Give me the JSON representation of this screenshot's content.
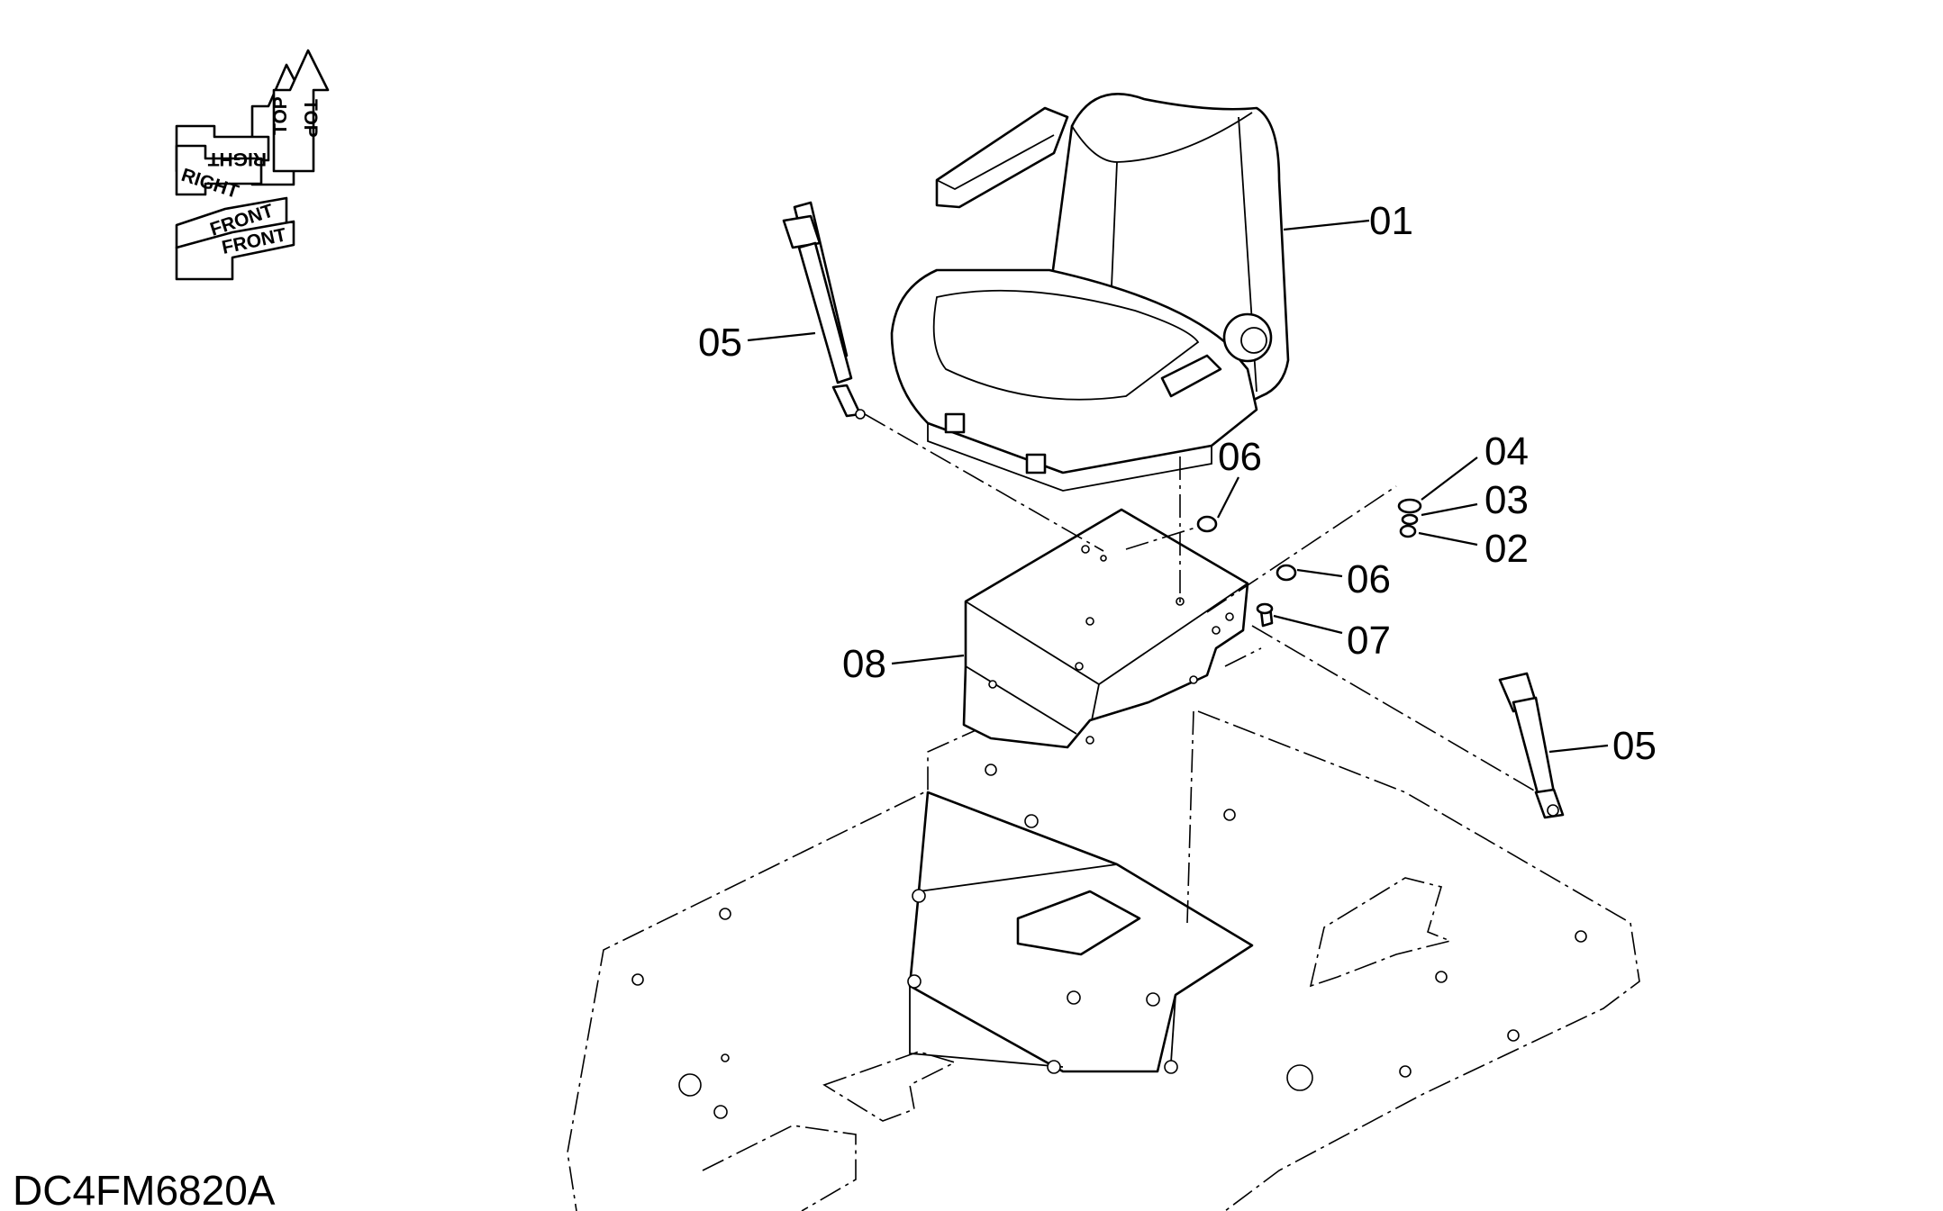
{
  "drawing_number": "DC4FM6820A",
  "orientation": {
    "top_label": "TOP",
    "front_label": "FRONT",
    "right_label": "RIGHT"
  },
  "callouts": {
    "seat": "01",
    "nut": "02",
    "spring_washer": "03",
    "plain_washer": "04",
    "belt_left": "05",
    "belt_right": "05",
    "nut_upper": "06",
    "nut_lower": "06",
    "bolt": "07",
    "seat_stand": "08"
  }
}
